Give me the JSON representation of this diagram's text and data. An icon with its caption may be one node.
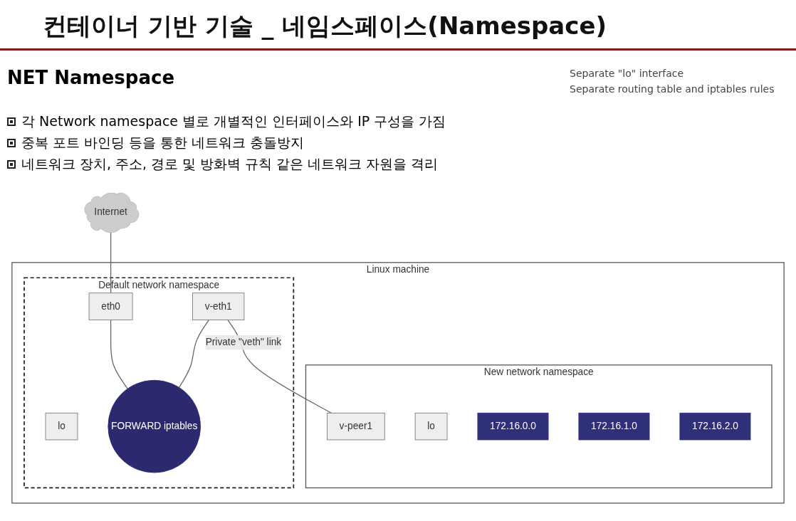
{
  "diagram": {
    "title": "컨테이너 기반 기술 _ 네임스페이스(Namespace)",
    "nodes": [
      {
        "text": [
          "Internet"
        ]
      },
      {
        "text": [
          "Linux machine"
        ]
      },
      {
        "text": [
          "Default network namespace"
        ],
        "in": 1
      },
      {
        "text": [
          "lo"
        ],
        "in": 2
      },
      {
        "text": [
          "eth0"
        ],
        "in": 2
      },
      {
        "text": [
          "v-eth1"
        ],
        "in": 2
      },
      {
        "text": [
          "FORWARD iptables"
        ],
        "in": 2
      },
      {
        "text": [
          "New network namespace"
        ],
        "in": 1
      },
      {
        "text": [
          "v-peer1"
        ],
        "in": 7
      },
      {
        "text": [
          "lo"
        ],
        "in": 7
      },
      {
        "text": [
          "172.16.0.0"
        ],
        "in": 7
      },
      {
        "text": [
          "172.16.1.0"
        ],
        "in": 7
      },
      {
        "text": [
          "172.16.2.0"
        ],
        "in": 7
      }
    ],
    "edges": [
      {
        "from": 0,
        "to": 4,
        "arrow": "none"
      },
      {
        "from": 4,
        "to": 6,
        "arrow": "none"
      },
      {
        "from": 5,
        "to": 6,
        "arrow": "none"
      },
      {
        "from": 5,
        "to": 8,
        "arrow": "none",
        "label": "Private \"veth\" link"
      }
    ],
    "labels": [
      "NET Namespace",
      "각 Network namespace 별로 개별적인 인터페이스와 IP 구성을 가짐",
      "중복 포트 바인딩 등을 통한 네트워크 충돌방지",
      "네트워크 장치, 주소, 경로 및 방화벽 규칙 같은 네트워크 자원을 격리",
      "Separate \"lo\" interface",
      "Separate routing table and iptables rules"
    ]
  }
}
